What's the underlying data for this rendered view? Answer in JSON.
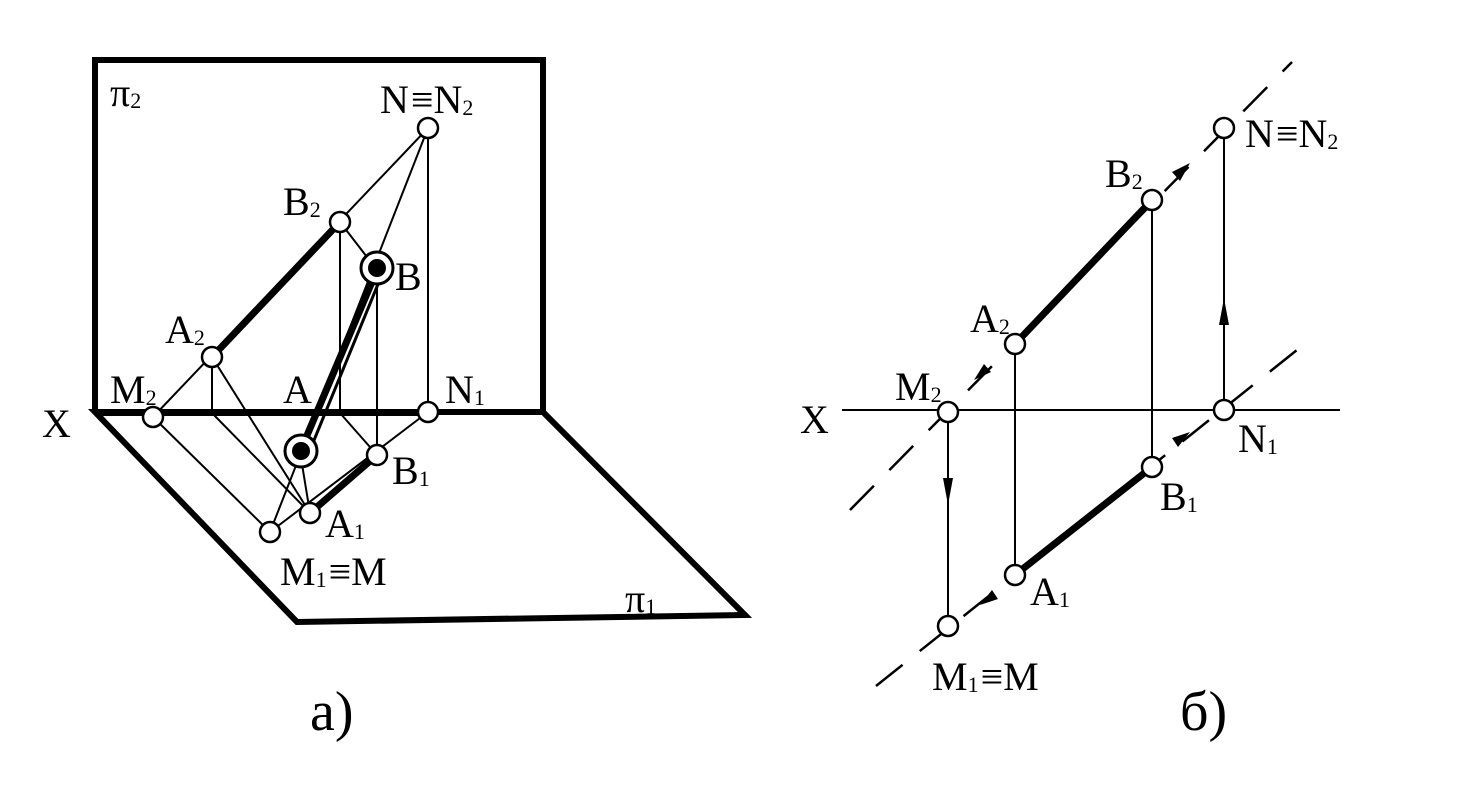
{
  "figure_a": {
    "caption": "а)",
    "plane_front": {
      "symbol": "π",
      "sub": "2"
    },
    "plane_horizontal": {
      "symbol": "π",
      "sub": "1"
    },
    "axis": "X",
    "labels": {
      "N_eq": {
        "main": "N",
        "eq": "≡",
        "main2": "N",
        "sub2": "2"
      },
      "B2": {
        "main": "B",
        "sub": "2"
      },
      "B": {
        "main": "B"
      },
      "A2": {
        "main": "A",
        "sub": "2"
      },
      "A": {
        "main": "A"
      },
      "M2": {
        "main": "M",
        "sub": "2"
      },
      "N1": {
        "main": "N",
        "sub": "1"
      },
      "B1": {
        "main": "B",
        "sub": "1"
      },
      "A1": {
        "main": "A",
        "sub": "1"
      },
      "M_eq": {
        "main": "M",
        "sub": "1",
        "eq": "≡",
        "main2": "M"
      }
    }
  },
  "figure_b": {
    "caption": "б)",
    "axis": "X",
    "labels": {
      "N_eq": {
        "main": "N",
        "eq": "≡",
        "main2": "N",
        "sub2": "2"
      },
      "B2": {
        "main": "B",
        "sub": "2"
      },
      "A2": {
        "main": "A",
        "sub": "2"
      },
      "M2": {
        "main": "M",
        "sub": "2"
      },
      "N1": {
        "main": "N",
        "sub": "1"
      },
      "B1": {
        "main": "B",
        "sub": "1"
      },
      "A1": {
        "main": "A",
        "sub": "1"
      },
      "M_eq": {
        "main": "M",
        "sub": "1",
        "eq": "≡",
        "main2": "M"
      }
    }
  }
}
